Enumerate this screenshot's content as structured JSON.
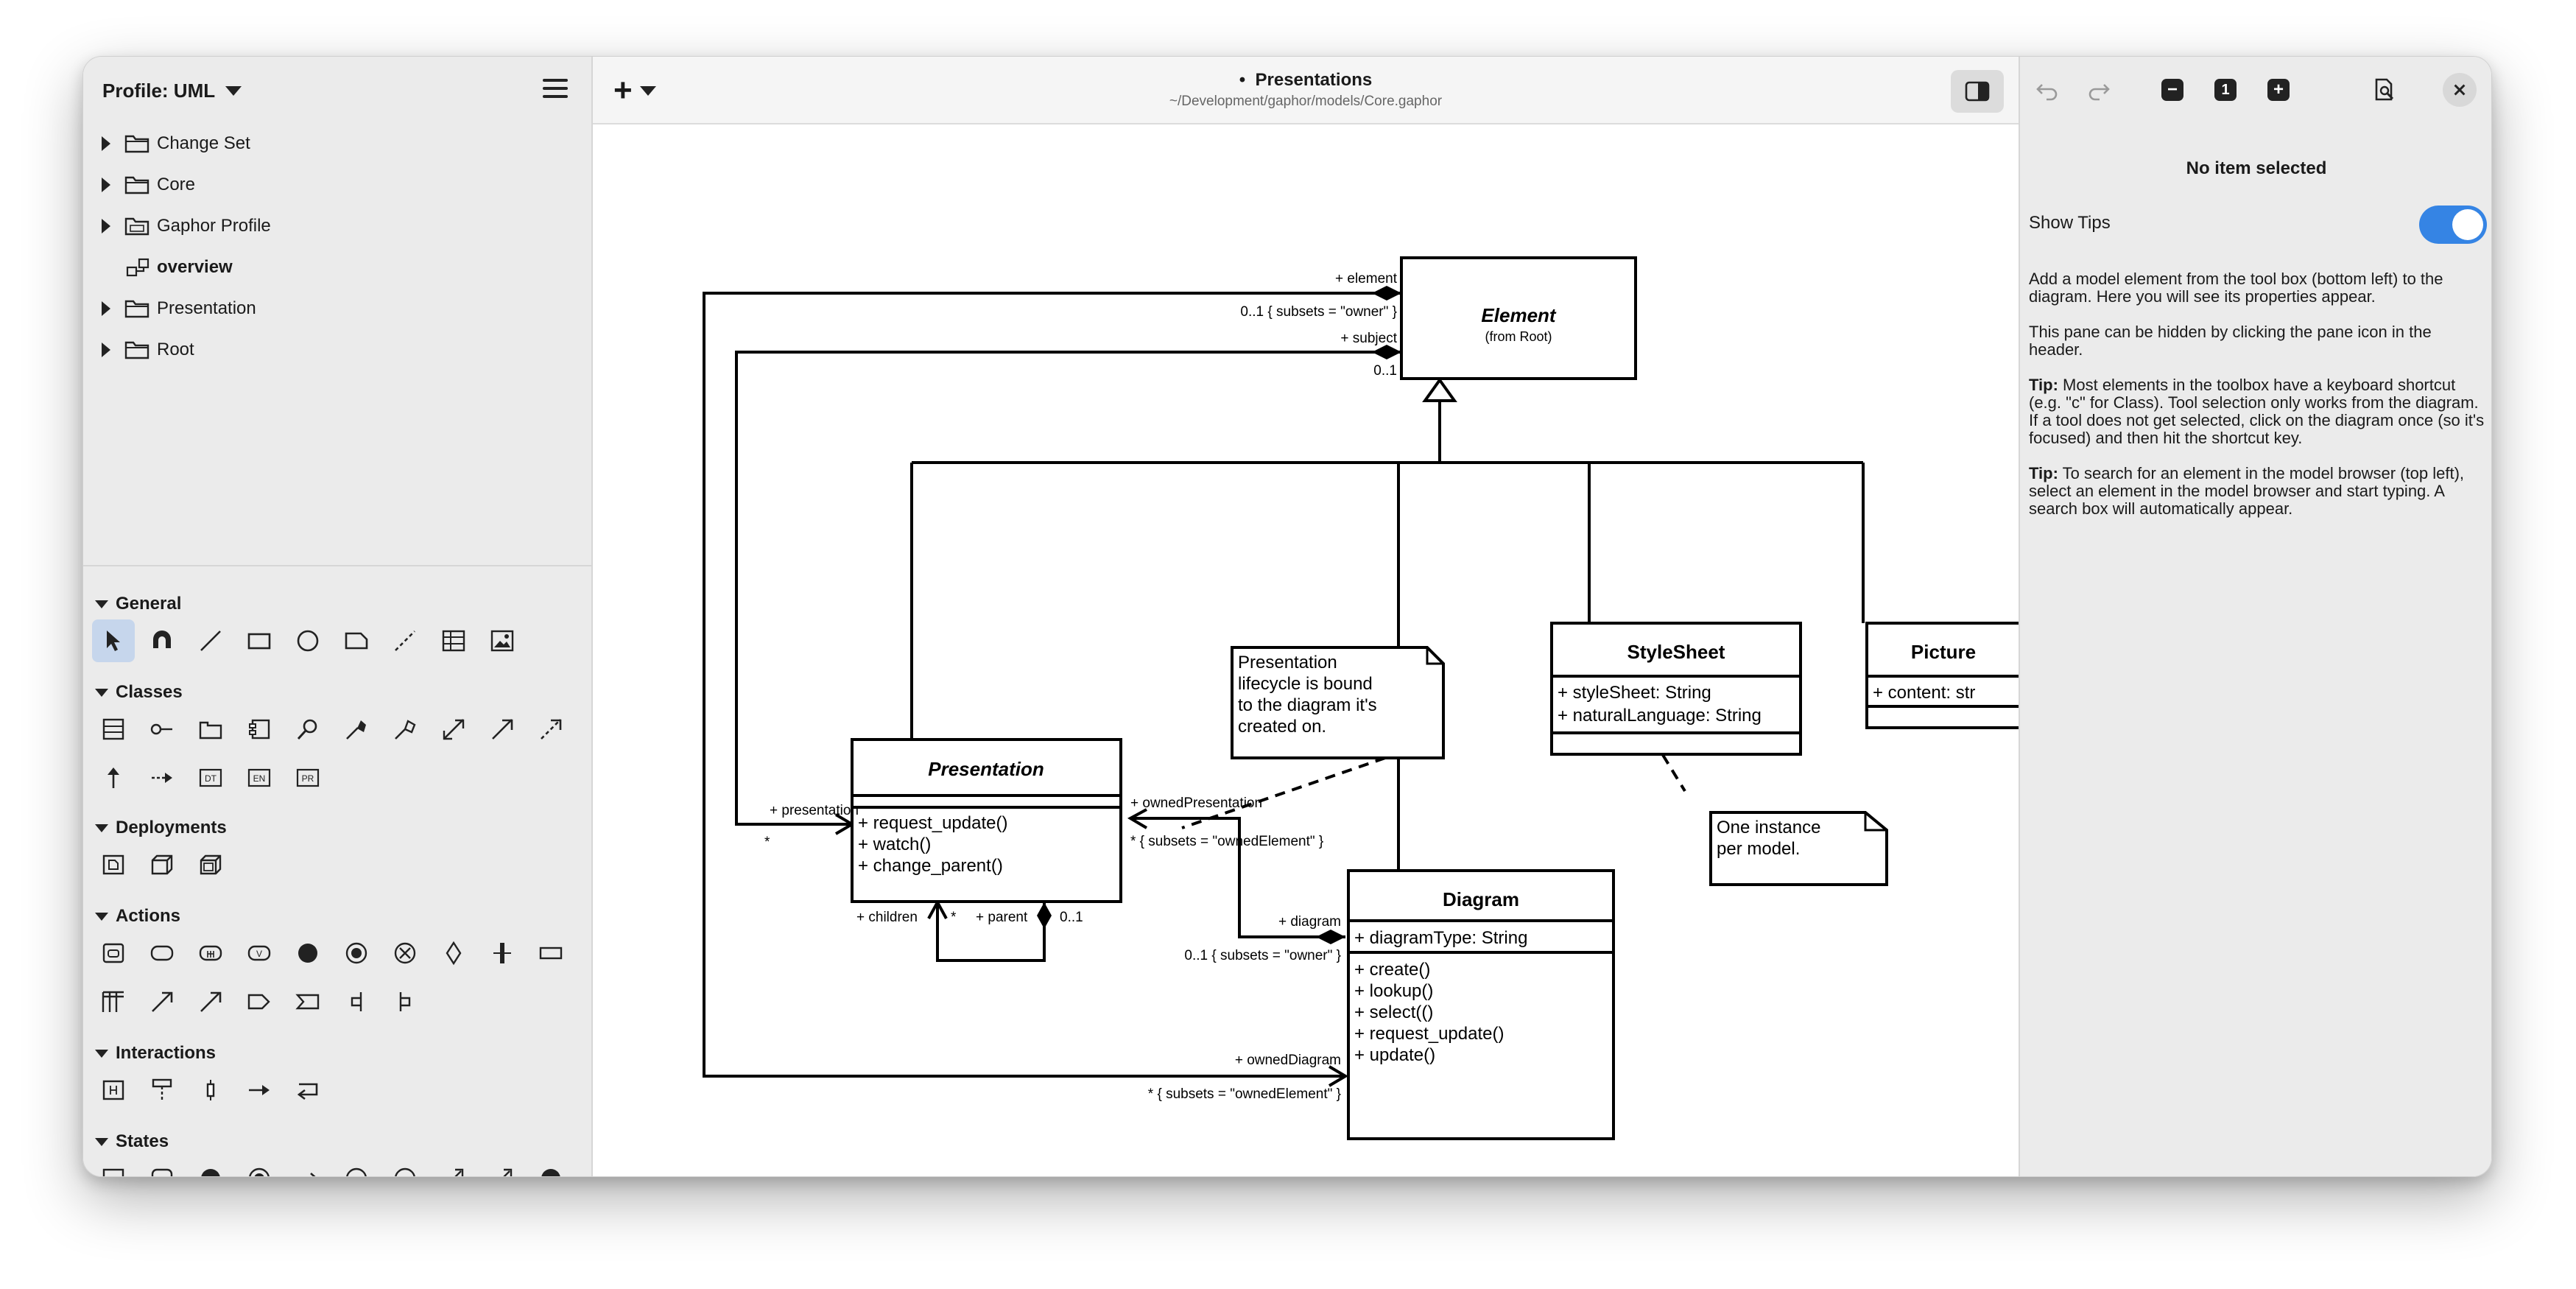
{
  "left_pane": {
    "profile_label": "Profile: UML",
    "tree": [
      {
        "label": "Change Set",
        "icon": "folder-icon",
        "expandable": true,
        "bold": false
      },
      {
        "label": "Core",
        "icon": "folder-icon",
        "expandable": true,
        "bold": false
      },
      {
        "label": "Gaphor Profile",
        "icon": "profile-folder-icon",
        "expandable": true,
        "bold": false
      },
      {
        "label": "overview",
        "icon": "diagram-icon",
        "expandable": false,
        "bold": true
      },
      {
        "label": "Presentation",
        "icon": "folder-icon",
        "expandable": true,
        "bold": false
      },
      {
        "label": "Root",
        "icon": "folder-icon",
        "expandable": true,
        "bold": false
      }
    ],
    "toolbox": {
      "general": "General",
      "classes": "Classes",
      "deployments": "Deployments",
      "actions": "Actions",
      "interactions": "Interactions",
      "states": "States",
      "tool_badges": {
        "dt": "DT",
        "en": "EN",
        "pr": "PR",
        "v": "V"
      }
    }
  },
  "center": {
    "title_dot": "•",
    "title": "Presentations",
    "path": "~/Development/gaphor/models/Core.gaphor"
  },
  "diagram": {
    "element": {
      "name": "Element",
      "stereo": "(from Root)"
    },
    "presentation": {
      "name": "Presentation",
      "ops": [
        "+ request_update()",
        "+ watch()",
        "+ change_parent()"
      ]
    },
    "stylesheet": {
      "name": "StyleSheet",
      "attrs": [
        "+ styleSheet: String",
        "+ naturalLanguage: String"
      ]
    },
    "picture": {
      "name": "Picture",
      "attrs": [
        "+ content: str"
      ]
    },
    "diagram_cls": {
      "name": "Diagram",
      "attrs": [
        "+ diagramType: String"
      ],
      "ops": [
        "+ create()",
        "+ lookup()",
        "+ select(()",
        "+ request_update()",
        "+ update()"
      ]
    },
    "note1": [
      "Presentation",
      "lifecycle is bound",
      "to the diagram it's",
      "created on."
    ],
    "note2": [
      "One instance",
      "per model."
    ],
    "labels": {
      "element": "+ element",
      "subsets_owner1": "0..1 { subsets = \"owner\" }",
      "subject": "+ subject",
      "mult_01": "0..1",
      "presentation": "+ presentation",
      "star": "*",
      "owned_presentation": "+ ownedPresentation",
      "subsets_owned1": "* { subsets = \"ownedElement\" }",
      "children": "+ children",
      "parent": "+ parent",
      "diagram": "+ diagram",
      "subsets_owner2": "0..1 { subsets = \"owner\" }",
      "owned_diagram": "+ ownedDiagram",
      "subsets_owned2": "* { subsets = \"ownedElement\" }"
    }
  },
  "right_pane": {
    "no_item": "No item selected",
    "show_tips": "Show Tips",
    "show_tips_on": true,
    "zoom_reset_label": "1",
    "tip_prefix": "Tip:",
    "tips_p1": "Add a model element from the tool box (bottom left) to the diagram. Here you will see its properties appear.",
    "tips_p2": "This pane can be hidden by clicking the pane icon in the header.",
    "tips_p3": " Most elements in the toolbox have a keyboard shortcut (e.g. \"c\" for Class). Tool selection only works from the diagram. If a tool does not get selected, click on the diagram once (so it's focused) and then hit the shortcut key.",
    "tips_p4": " To search for an element in the model browser (top left), select an element in the model browser and start typing. A search box will automatically appear."
  },
  "colors": {
    "accent": "#3584e4",
    "selection": "#c6d6ec",
    "pane_bg": "#ebebeb"
  }
}
